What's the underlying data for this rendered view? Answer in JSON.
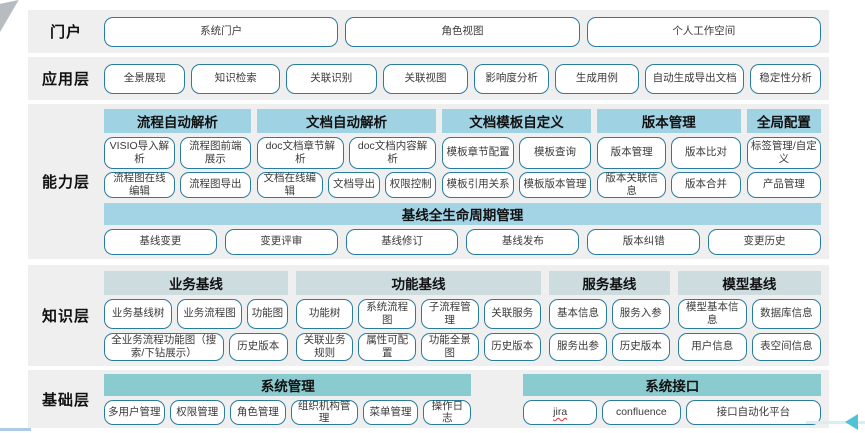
{
  "colors": {
    "band_background": "#efefef",
    "button_border": "#2a7c9d",
    "capability_header": "#9fd3e4",
    "knowledge_header": "#ccdcdf",
    "foundation_header": "#8acbd0",
    "arrow_accent": "#4fc3d4"
  },
  "layers": {
    "portal": {
      "label": "门户",
      "buttons": [
        "系统门户",
        "角色视图",
        "个人工作空间"
      ]
    },
    "application": {
      "label": "应用层",
      "buttons": [
        "全景展现",
        "知识检索",
        "关联识别",
        "关联视图",
        "影响度分析",
        "生成用例",
        "自动生成导出文档",
        "稳定性分析"
      ]
    },
    "capability": {
      "label": "能力层",
      "groups": [
        {
          "title": "流程自动解析",
          "rows": [
            [
              "VISIO导入解析",
              "流程图前端展示"
            ],
            [
              "流程图在线编辑",
              "流程图导出"
            ]
          ]
        },
        {
          "title": "文档自动解析",
          "rows": [
            [
              "doc文档章节解析",
              "doc文档内容解析"
            ],
            [
              "文档在线编辑",
              "文档导出",
              "权限控制"
            ]
          ]
        },
        {
          "title": "文档模板自定义",
          "rows": [
            [
              "模板章节配置",
              "模板查询"
            ],
            [
              "模板引用关系",
              "模板版本管理"
            ]
          ]
        },
        {
          "title": "版本管理",
          "rows": [
            [
              "版本管理",
              "版本比对"
            ],
            [
              "版本关联信息",
              "版本合并"
            ]
          ]
        },
        {
          "title": "全局配置",
          "rows": [
            [
              "标签管理/自定义"
            ],
            [
              "产品管理"
            ]
          ]
        }
      ],
      "baseline": {
        "title": "基线全生命周期管理",
        "buttons": [
          "基线变更",
          "变更评审",
          "基线修订",
          "基线发布",
          "版本纠错",
          "变更历史"
        ]
      }
    },
    "knowledge": {
      "label": "知识层",
      "groups": [
        {
          "title": "业务基线",
          "rows": [
            [
              "业务基线树",
              "业务流程图",
              "功能图"
            ],
            [
              "全业务流程功能图（搜索/下钻展示）",
              "历史版本"
            ]
          ]
        },
        {
          "title": "功能基线",
          "rows": [
            [
              "功能树",
              "系统流程图",
              "子流程管理",
              "关联服务"
            ],
            [
              "关联业务规则",
              "属性可配置",
              "功能全景图",
              "历史版本"
            ]
          ]
        },
        {
          "title": "服务基线",
          "rows": [
            [
              "基本信息",
              "服务入参"
            ],
            [
              "服务出参",
              "历史版本"
            ]
          ]
        },
        {
          "title": "模型基线",
          "rows": [
            [
              "模型基本信息",
              "数据库信息"
            ],
            [
              "用户信息",
              "表空间信息"
            ]
          ]
        }
      ]
    },
    "foundation": {
      "label": "基础层",
      "groups": [
        {
          "title": "系统管理",
          "buttons": [
            "多用户管理",
            "权限管理",
            "角色管理",
            "组织机构管理",
            "菜单管理",
            "操作日志"
          ]
        },
        {
          "title": "系统接口",
          "buttons": [
            "jira",
            "confluence",
            "接口自动化平台"
          ]
        }
      ]
    }
  }
}
